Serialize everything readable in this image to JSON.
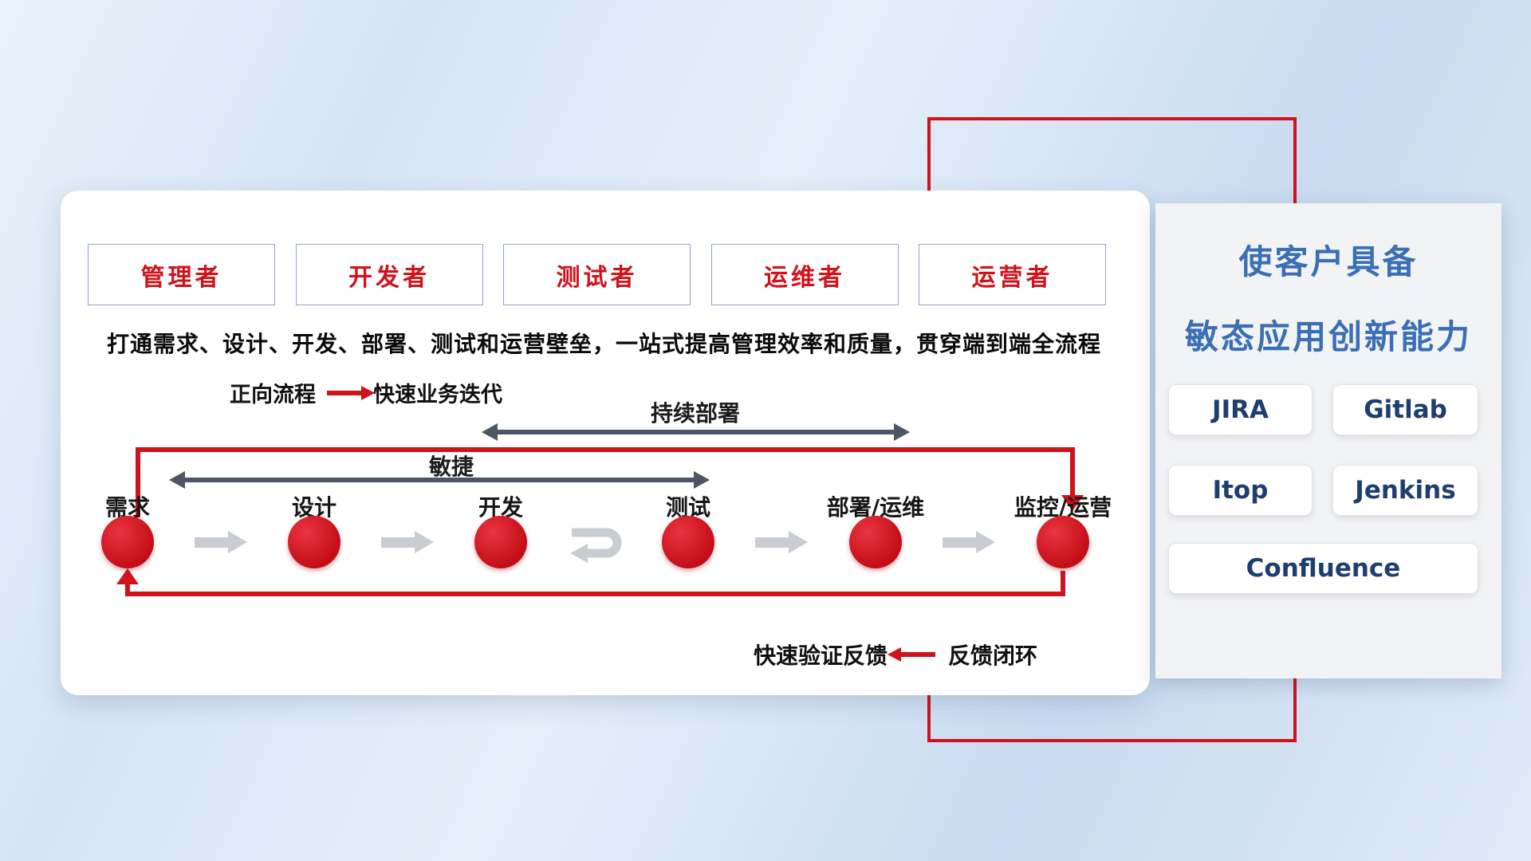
{
  "colors": {
    "accent_red": "#d0121b",
    "title_blue": "#3a6fb5",
    "tool_navy": "#1d3e6e",
    "dark_arrow_gray": "#4d5663",
    "light_arrow_gray": "#c9cdd2"
  },
  "card": {
    "roles": [
      "管理者",
      "开发者",
      "测试者",
      "运维者",
      "运营者"
    ],
    "description": "打通需求、设计、开发、部署、测试和运营壁垒，一站式提高管理效率和质量，贯穿端到端全流程",
    "forward_legend": {
      "label": "正向流程",
      "caption": "快速业务迭代"
    },
    "feedback_legend": {
      "caption": "快速验证反馈",
      "label": "反馈闭环"
    },
    "span_arrows": {
      "continuous_deploy": "持续部署",
      "agile": "敏捷"
    },
    "stages": [
      "需求",
      "设计",
      "开发",
      "测试",
      "部署/运维",
      "监控/运营"
    ]
  },
  "right_panel": {
    "title_line1": "使客户具备",
    "title_line2": "敏态应用创新能力",
    "tools": [
      "JIRA",
      "Gitlab",
      "Itop",
      "Jenkins",
      "Confluence"
    ]
  }
}
